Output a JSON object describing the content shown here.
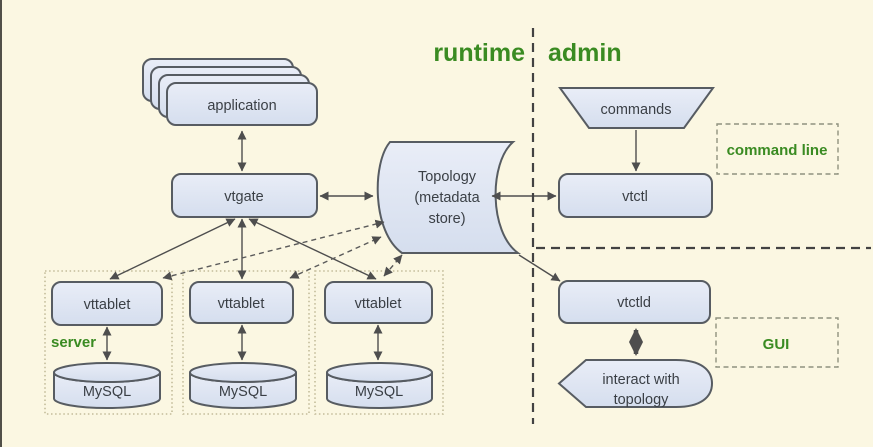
{
  "sections": {
    "runtime": "runtime",
    "admin": "admin"
  },
  "nodes": {
    "application": "application",
    "vtgate": "vtgate",
    "topology": {
      "line1": "Topology",
      "line2": "(metadata",
      "line3": "store)"
    },
    "commands": "commands",
    "vtctl": "vtctl",
    "vtctld": "vtctld",
    "interact": {
      "line1": "interact with",
      "line2": "topology"
    }
  },
  "annotations": {
    "command_line": "command line",
    "gui": "GUI",
    "server": "server"
  },
  "servers": [
    {
      "tablet": "vttablet",
      "db": "MySQL"
    },
    {
      "tablet": "vttablet",
      "db": "MySQL"
    },
    {
      "tablet": "vttablet",
      "db": "MySQL"
    }
  ],
  "colors": {
    "background": "#fbf7e2",
    "node_fill_top": "#e9edf7",
    "node_fill_bottom": "#d5deee",
    "node_border": "#575c62",
    "accent_green": "#3a8b22",
    "line": "#4e4e4e"
  }
}
